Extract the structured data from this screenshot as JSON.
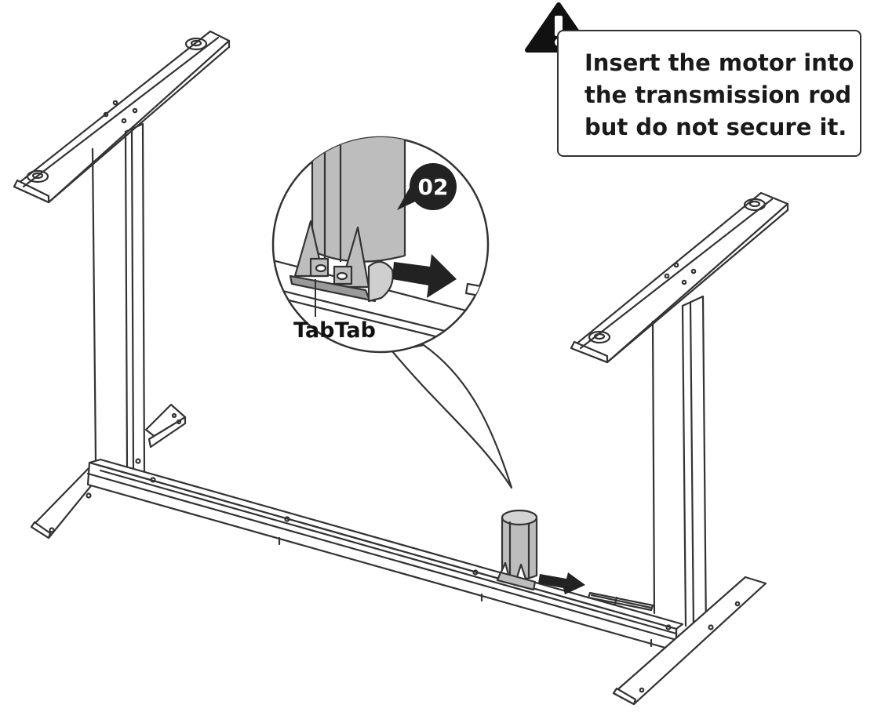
{
  "warning": {
    "icon": "warning-triangle-icon",
    "lines": [
      "Insert the motor into",
      "the transmission rod",
      "but do not secure it."
    ]
  },
  "step": {
    "number": "02"
  },
  "callout": {
    "label": "TabTab"
  },
  "colors": {
    "line": "#333333",
    "motor_fill": "#bdbdbd",
    "badge": "#222222",
    "arrow": "#222222"
  }
}
